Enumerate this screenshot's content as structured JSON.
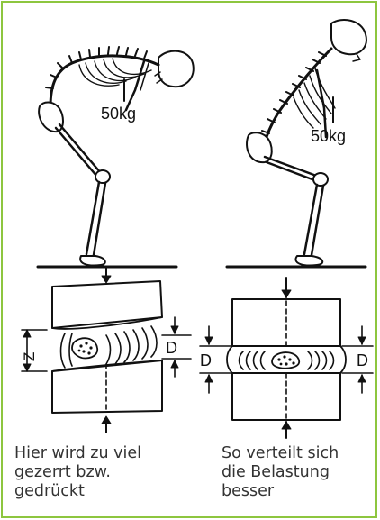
{
  "left_figure": {
    "weight_label": "50kg",
    "disc_gap_label": "Z",
    "disc_height_label": "D",
    "caption": "Hier wird zu viel\ngezerrt bzw.\ngedrückt"
  },
  "right_figure": {
    "weight_label": "50kg",
    "disc_height_label_left": "D",
    "disc_height_label_right": "D",
    "caption": "So verteilt sich\ndie Belastung\nbesser"
  },
  "colors": {
    "frame": "#8dc63f",
    "ink": "#111111",
    "caption_text": "#333333"
  }
}
